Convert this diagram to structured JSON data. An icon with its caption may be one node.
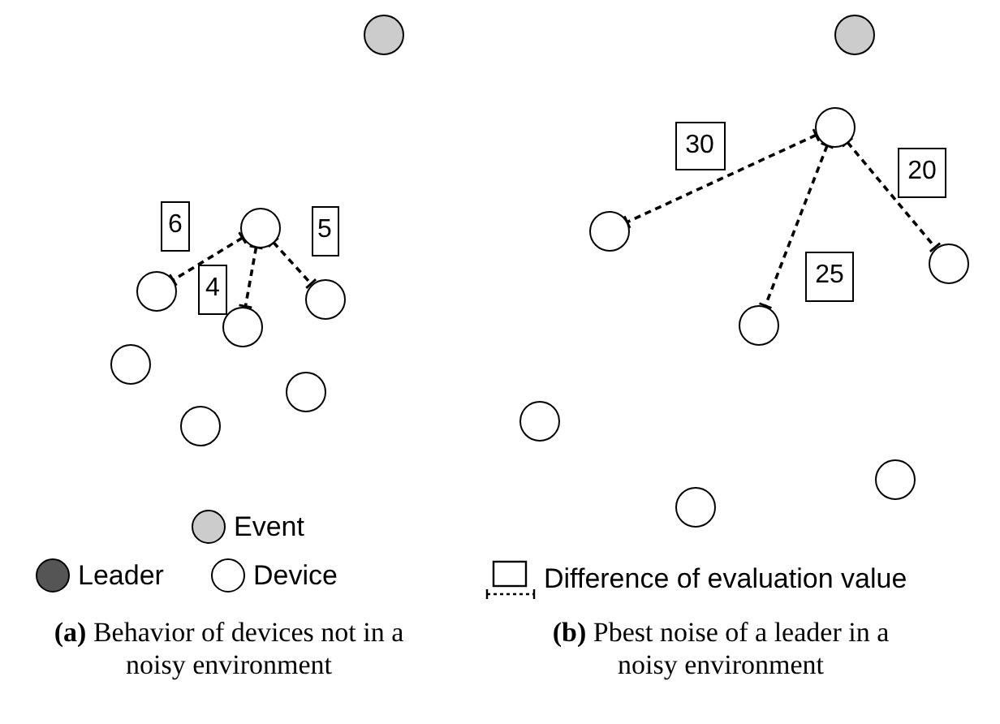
{
  "diagram": {
    "nodes": [
      {
        "text": [],
        "shape": "circle"
      },
      {
        "text": [],
        "shape": "circle"
      },
      {
        "text": [
          "6"
        ]
      },
      {
        "text": [
          "5"
        ]
      },
      {
        "text": [
          "4"
        ]
      },
      {
        "text": [],
        "shape": "circle"
      },
      {
        "text": [],
        "shape": "circle"
      },
      {
        "text": [],
        "shape": "circle"
      },
      {
        "text": [],
        "shape": "circle"
      },
      {
        "text": [],
        "shape": "circle"
      },
      {
        "text": [],
        "shape": "circle"
      },
      {
        "text": [],
        "shape": "circle"
      },
      {
        "text": [],
        "shape": "circle"
      },
      {
        "text": [
          "30"
        ]
      },
      {
        "text": [
          "20"
        ]
      },
      {
        "text": [
          "25"
        ]
      },
      {
        "text": [],
        "shape": "circle"
      },
      {
        "text": [],
        "shape": "circle"
      },
      {
        "text": [],
        "shape": "circle"
      },
      {
        "text": [],
        "shape": "circle"
      },
      {
        "text": [],
        "shape": "circle"
      },
      {
        "text": [],
        "shape": "circle"
      }
    ],
    "edges": [
      {
        "from": 1,
        "to": 5,
        "arrow": "other",
        "style": "dashed"
      },
      {
        "from": 1,
        "to": 6,
        "arrow": "other",
        "style": "dashed"
      },
      {
        "from": 1,
        "to": 7,
        "arrow": "other",
        "style": "dashed"
      },
      {
        "from": 12,
        "to": 16,
        "arrow": "other",
        "style": "dashed"
      },
      {
        "from": 12,
        "to": 17,
        "arrow": "other",
        "style": "dashed"
      },
      {
        "from": 12,
        "to": 18,
        "arrow": "other",
        "style": "dashed"
      }
    ],
    "labels": [
      "**(a)** Behavior of devices not in a noisy environment",
      "**(b)** Pbest noise of a leader in a noisy environment"
    ],
    "legend": [
      {
        "text": "Event",
        "color": "#cccccc"
      },
      {
        "text": "Leader",
        "color": "#555555"
      },
      {
        "text": "Device",
        "color": "#ffffff"
      },
      {
        "text": "Difference of evaluation value"
      }
    ]
  }
}
